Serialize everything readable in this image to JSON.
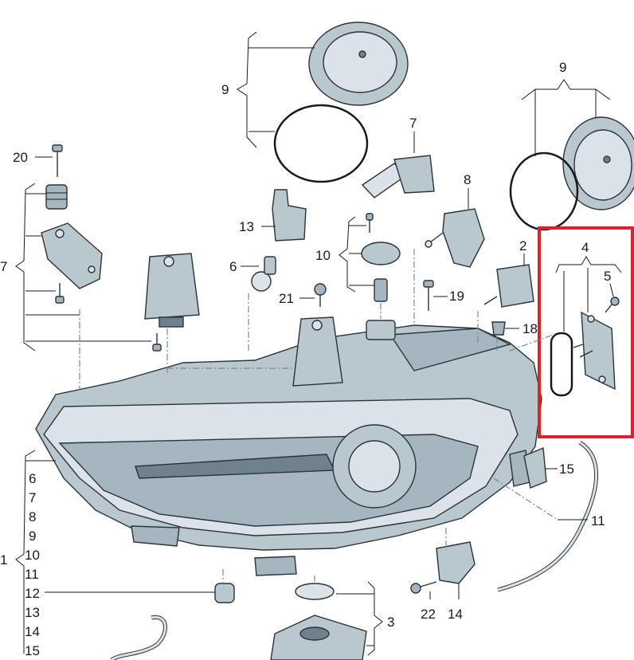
{
  "callouts": {
    "c1": "1",
    "c2": "2",
    "c3": "3",
    "c4": "4",
    "c5": "5",
    "c6": "6",
    "c7": "7",
    "c7b": "7",
    "c8": "8",
    "c9a": "9",
    "c9b": "9",
    "c10": "10",
    "c11": "11",
    "c13": "13",
    "c14": "14",
    "c15": "15",
    "c18": "18",
    "c19": "19",
    "c20": "20",
    "c21": "21",
    "c22": "22",
    "c12": "12"
  },
  "list1": [
    "6",
    "7",
    "8",
    "9",
    "10",
    "11",
    "12",
    "13",
    "14",
    "15"
  ],
  "colors": {
    "highlight": "#e0202a",
    "housing": "#b9c7cf",
    "outline": "#2b3338"
  }
}
